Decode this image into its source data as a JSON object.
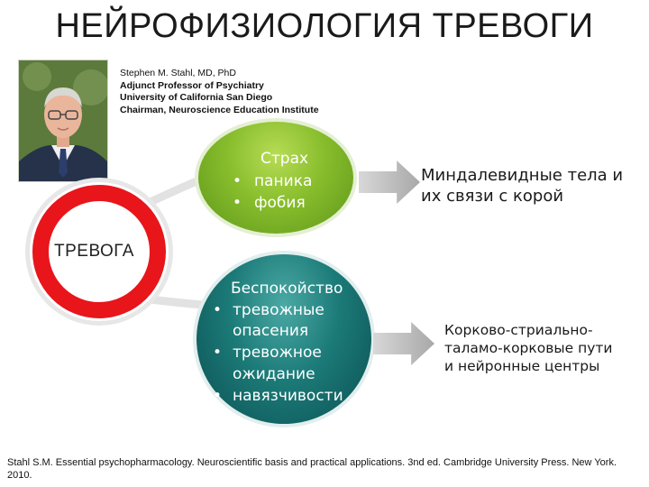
{
  "title": "НЕЙРОФИЗИОЛОГИЯ ТРЕВОГИ",
  "author": {
    "name": "Stephen M. Stahl, MD, PhD",
    "line2": "Adjunct Professor of Psychiatry",
    "line3": "University of California San Diego",
    "line4": "Chairman, Neuroscience Education Institute"
  },
  "ring_label": "ТРЕВОГА",
  "fear": {
    "title": "Страх",
    "items": [
      "паника",
      "фобия"
    ]
  },
  "anxiety": {
    "title": "Беспокойство",
    "items": [
      "тревожные",
      "опасения",
      "тревожное",
      "ожидание",
      "навязчивости"
    ]
  },
  "fear_target": {
    "line1": "Миндалевидные тела и",
    "line2": "их связи с корой"
  },
  "anxiety_target": {
    "line1": "Корково-стриально-",
    "line2": "таламо-корковые пути",
    "line3": "и нейронные центры"
  },
  "bullet": "•",
  "reference": "Stahl S.M. Essential psychopharmacology. Neuroscientific basis and practical applications. 3nd ed. Cambridge University Press. New York. 2010.",
  "colors": {
    "ring": "#e8151b",
    "fear_circle": "#87bd2c",
    "anxiety_circle": "#1b7a77",
    "arrow": "#bdbdbd"
  }
}
